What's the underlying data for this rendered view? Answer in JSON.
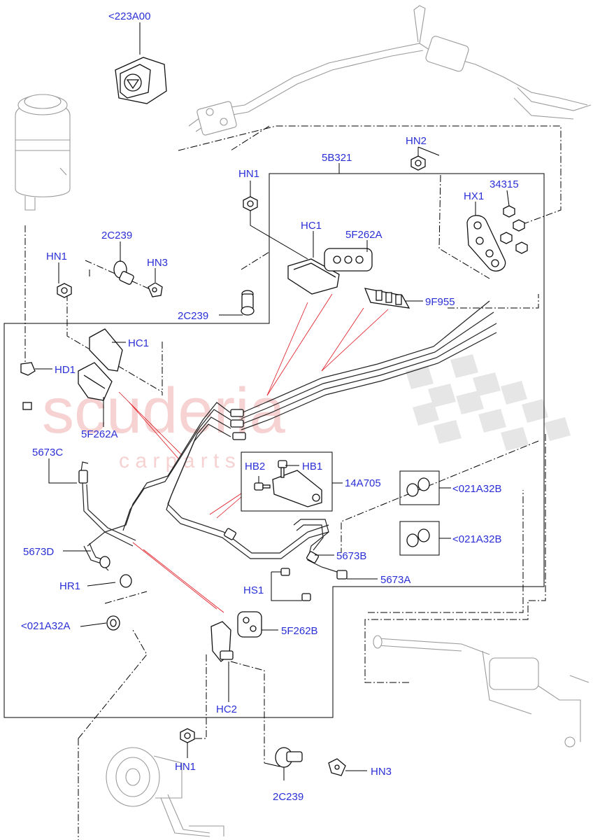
{
  "watermark": {
    "line1": "scuderia",
    "line2": "c a r p a r t s"
  },
  "colors": {
    "label": "#2a2fd6",
    "leader": "#000000",
    "callout": "#e0141e",
    "watermark": "#f3c3c3"
  },
  "labels": {
    "l223A00": "<223A00",
    "hn2": "HN2",
    "l5B321": "5B321",
    "hn1_top": "HN1",
    "l34315": "34315",
    "hx1": "HX1",
    "hc1_top": "HC1",
    "l5F262A_top": "5F262A",
    "l2C239_top": "2C239",
    "hn1_left": "HN1",
    "hn3_top": "HN3",
    "l9F955": "9F955",
    "l2C239_mid": "2C239",
    "hc1_mid": "HC1",
    "hd1": "HD1",
    "l5F262A_mid": "5F262A",
    "l5673C": "5673C",
    "hb2": "HB2",
    "hb1": "HB1",
    "l14A705": "14A705",
    "l021A32B_1": "<021A32B",
    "l021A32B_2": "<021A32B",
    "l5673D": "5673D",
    "l5673B": "5673B",
    "hr1": "HR1",
    "hs1": "HS1",
    "l5673A": "5673A",
    "l021A32A": "<021A32A",
    "l5F262B": "5F262B",
    "hc2": "HC2",
    "hn1_bottom": "HN1",
    "hn3_bottom": "HN3",
    "l2C239_bottom": "2C239"
  }
}
